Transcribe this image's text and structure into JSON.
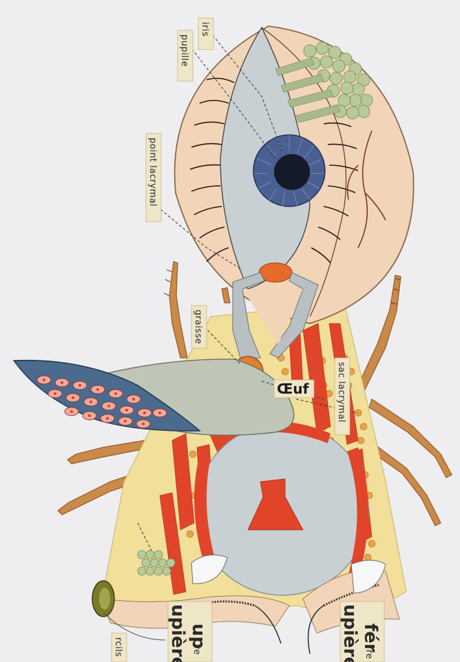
{
  "labels": {
    "iris": "iris",
    "pupille": "pupille",
    "point_lacrymal": "point lacrymal",
    "graisse": "graisse",
    "oeuf": "Œuf",
    "sac_lacrymal": "sac lacrymal",
    "sourcils_fragment": "rcils",
    "paupiere_sup_fragment": "upière",
    "paupiere_sup_abbrev": "up",
    "paupiere_sup_sup": "re",
    "paupiere_inf_fragment": "upière",
    "paupiere_inf_abbrev": "fér",
    "paupiere_inf_sup": "re"
  },
  "colors": {
    "background": "#eeeef0",
    "skin": "#f2d5b8",
    "sclera": "#c9d0d3",
    "iris": "#4a5f92",
    "pupil": "#141a28",
    "muscle": "#e0452a",
    "fat_yellow": "#f1df9a",
    "gland_green": "#b9c99a",
    "leg_brown": "#c98a4a",
    "ovary_blue": "#4a6a8e",
    "egg_pink": "#f2a89a",
    "caruncle_orange": "#e66a2a"
  }
}
